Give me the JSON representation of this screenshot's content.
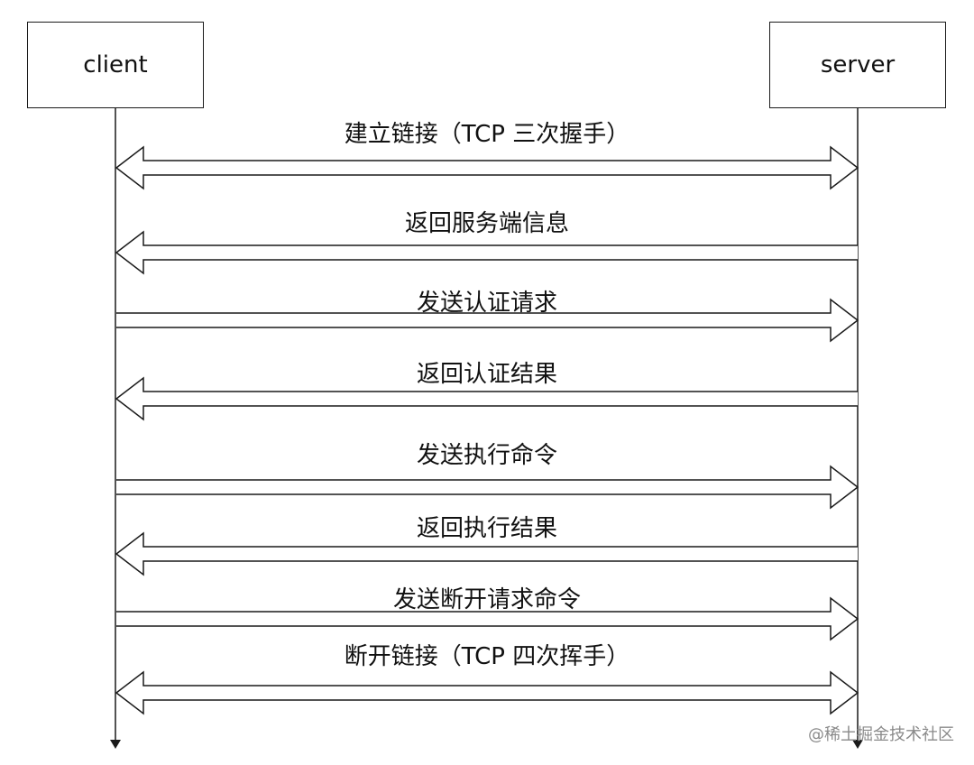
{
  "participants": {
    "client": "client",
    "server": "server"
  },
  "messages": [
    {
      "label": "建立链接（TCP 三次握手）",
      "direction": "both"
    },
    {
      "label": "返回服务端信息",
      "direction": "to-client"
    },
    {
      "label": "发送认证请求",
      "direction": "to-server"
    },
    {
      "label": "返回认证结果",
      "direction": "to-client"
    },
    {
      "label": "发送执行命令",
      "direction": "to-server"
    },
    {
      "label": "返回执行结果",
      "direction": "to-client"
    },
    {
      "label": "发送断开请求命令",
      "direction": "to-server"
    },
    {
      "label": "断开链接（TCP 四次挥手）",
      "direction": "both"
    }
  ],
  "watermark": "@稀土掘金技术社区",
  "colors": {
    "stroke": "#1a1a1a",
    "text": "#111111",
    "watermark": "#8a8a8a"
  }
}
